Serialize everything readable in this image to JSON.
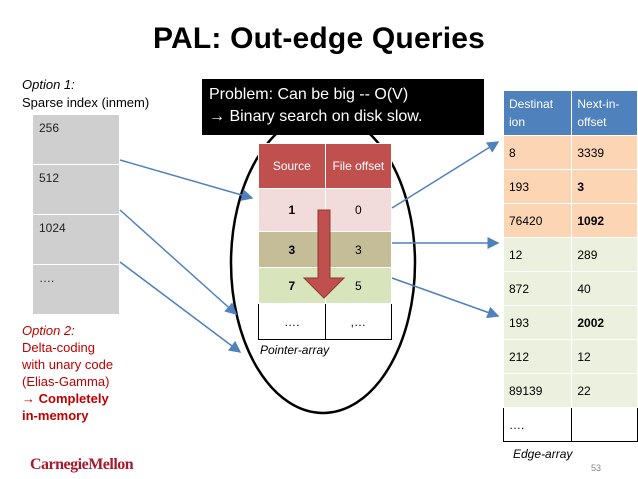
{
  "title": "PAL: Out-edge Queries",
  "option1": {
    "label": "Option 1:",
    "text": "Sparse index (inmem)"
  },
  "sparse_index": [
    "256",
    "512",
    "1024",
    "…."
  ],
  "problem": {
    "line1": "Problem: Can be big -- O(V)",
    "line2": "→ Binary search on disk slow."
  },
  "pointer_array": {
    "headers": [
      "Source",
      "File offset"
    ],
    "rows": [
      [
        "1",
        "0"
      ],
      [
        "3",
        "3"
      ],
      [
        "7",
        "5"
      ],
      [
        "….",
        ",…"
      ]
    ],
    "label": "Pointer-array"
  },
  "edge_array": {
    "headers": [
      "Destination",
      "Next-in-offset"
    ],
    "rows": [
      [
        "8",
        "3339"
      ],
      [
        "193",
        "3"
      ],
      [
        "76420",
        "1092"
      ],
      [
        "12",
        "289"
      ],
      [
        "872",
        "40"
      ],
      [
        "193",
        "2002"
      ],
      [
        "212",
        "12"
      ],
      [
        "89139",
        "22"
      ],
      [
        "….",
        ""
      ]
    ],
    "label": "Edge-array"
  },
  "option2": {
    "label": "Option 2:",
    "lines": [
      "Delta-coding",
      "with unary code",
      "(Elias-Gamma)"
    ],
    "conclusion_line1": "→ Completely",
    "conclusion_line2": "in-memory"
  },
  "logo": "CarnegieMellon",
  "page_number": "53",
  "colors": {
    "pointer_header": "#c0504d",
    "edge_header": "#4f81bd",
    "arrow_red": "#c0504d",
    "arrow_blue": "#4f81bd",
    "option2_text": "#c00000"
  }
}
